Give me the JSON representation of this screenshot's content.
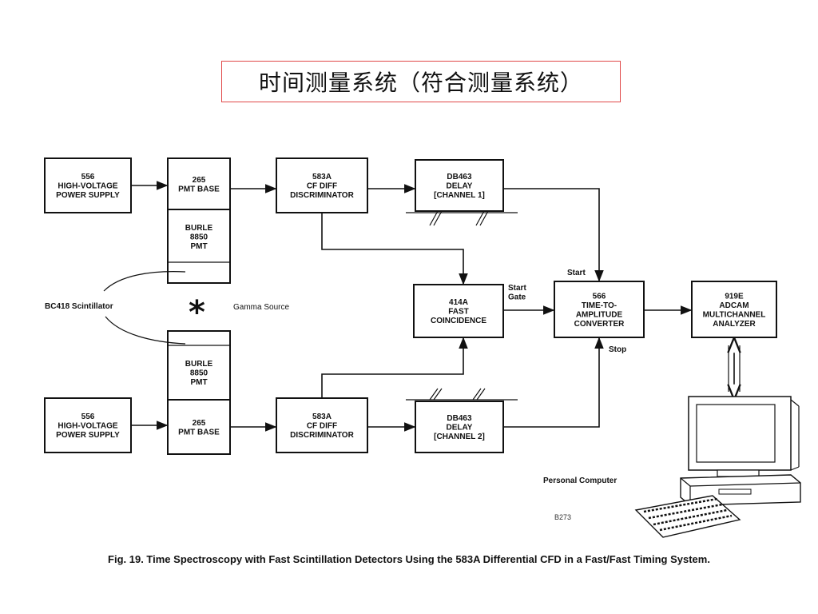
{
  "title": "时间测量系统（符合测量系统）",
  "blocks": {
    "hv_top": [
      "556",
      "HIGH-VOLTAGE",
      "POWER SUPPLY"
    ],
    "hv_bottom": [
      "556",
      "HIGH-VOLTAGE",
      "POWER SUPPLY"
    ],
    "pmt_base_top": [
      "265",
      "PMT BASE"
    ],
    "pmt_top": [
      "BURLE",
      "8850",
      "PMT"
    ],
    "pmt_base_bottom": [
      "265",
      "PMT BASE"
    ],
    "pmt_bottom": [
      "BURLE",
      "8850",
      "PMT"
    ],
    "cfd_top": [
      "583A",
      "CF DIFF",
      "DISCRIMINATOR"
    ],
    "cfd_bottom": [
      "583A",
      "CF DIFF",
      "DISCRIMINATOR"
    ],
    "delay_top": [
      "DB463",
      "DELAY",
      "[CHANNEL 1]"
    ],
    "delay_bottom": [
      "DB463",
      "DELAY",
      "[CHANNEL 2]"
    ],
    "coincidence": [
      "414A",
      "FAST",
      "COINCIDENCE"
    ],
    "tac": [
      "566",
      "TIME-TO-",
      "AMPLITUDE",
      "CONVERTER"
    ],
    "mca": [
      "919E",
      "ADCAM",
      "MULTICHANNEL",
      "ANALYZER"
    ]
  },
  "labels": {
    "scintillator": "BC418 Scintillator",
    "gamma_source": "Gamma Source",
    "star": "*",
    "start_gate": [
      "Start",
      "Gate"
    ],
    "start": "Start",
    "stop": "Stop",
    "computer": "Personal Computer",
    "fig_code": "B273"
  },
  "caption": "Fig. 19.  Time Spectroscopy with Fast Scintillation Detectors Using the 583A Differential CFD in a Fast/Fast Timing System."
}
